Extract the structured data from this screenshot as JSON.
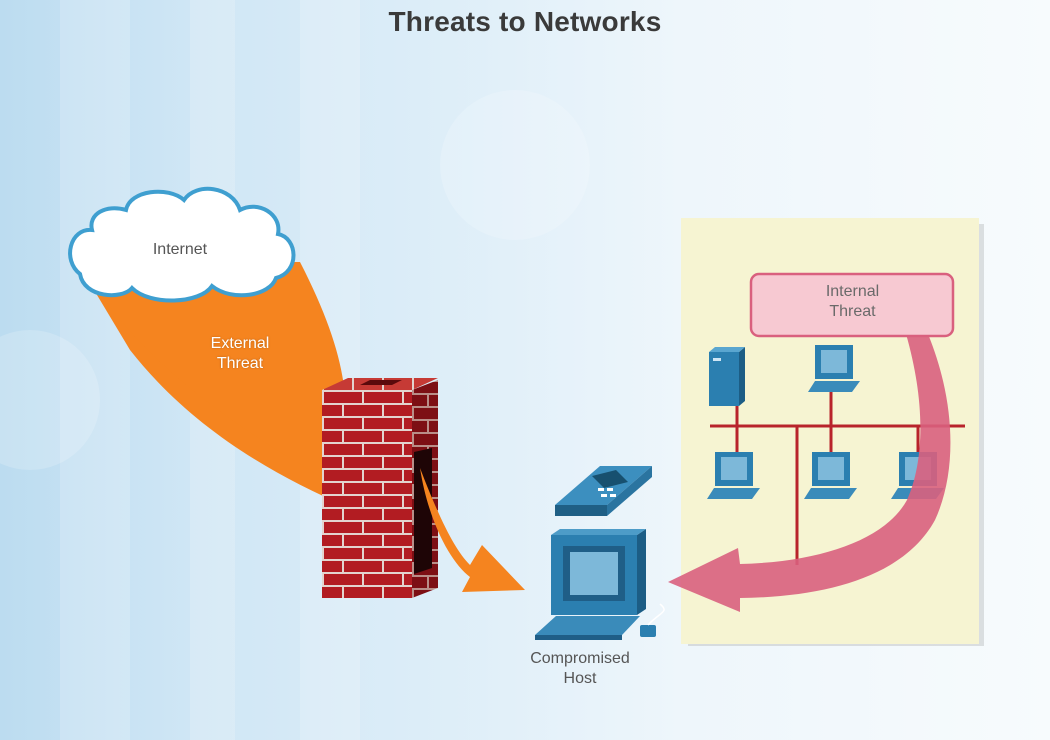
{
  "title": "Threats to Networks",
  "labels": {
    "internet": "Internet",
    "external_threat": "External\nThreat",
    "internal_threat": "Internal\nThreat",
    "compromised_host": "Compromised\nHost"
  },
  "colors": {
    "external_arrow": "#f5841f",
    "internal_arrow": "#d9607e",
    "internal_box_fill": "#f7c9d2",
    "network_panel": "#f6f4d2",
    "brick": "#a3161c",
    "device": "#2b7fb0",
    "lan_line": "#b8232b",
    "cloud_outline": "#3f9fd0"
  },
  "icons": [
    "cloud-icon",
    "firewall-icon",
    "ip-phone-icon",
    "desktop-computer-icon",
    "server-icon"
  ]
}
